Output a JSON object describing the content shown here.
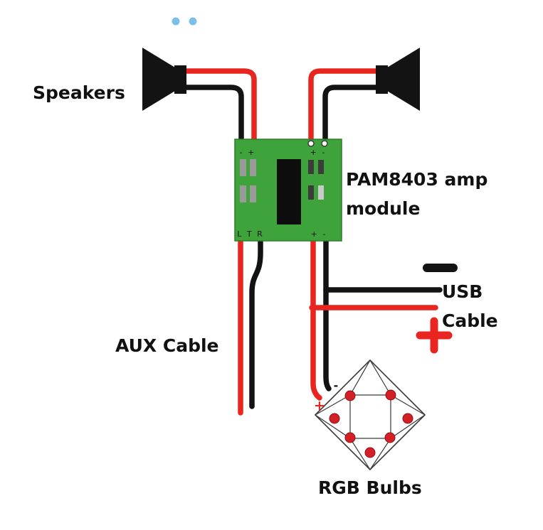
{
  "page": {
    "background": "#ffffff"
  },
  "colors": {
    "page_bg": "#ffffff",
    "wire_red": "#e8261f",
    "wire_black": "#131313",
    "module_green": "#3fa33c",
    "module_green_dark": "#2e7d2b",
    "chip_black": "#0d0d0d",
    "pad_gray": "#9a9a9a",
    "pad_dark": "#3c3c3c",
    "pad_light": "#c9c9c9",
    "bulb_red": "#d31f26",
    "diamond_stroke": "#3a3a3a",
    "dot_blue": "#7cc0ea",
    "text_black": "#111111"
  },
  "labels": {
    "speakers": "Speakers",
    "module_line1": "PAM8403 amp",
    "module_line2": "module",
    "aux": "AUX Cable",
    "usb_line1": "USB",
    "usb_line2": "Cable",
    "rgb": "RGB Bulbs"
  },
  "module_pins": {
    "top_left": "- +",
    "top_right": "+ -",
    "bottom_left": "L T R",
    "bottom_right": "+ -"
  },
  "rgb_connector": {
    "minus": "-",
    "plus": "+"
  },
  "icons": {
    "speaker_left": "speaker-icon",
    "speaker_right": "speaker-icon",
    "usb_minus": "minus-symbol",
    "usb_plus": "plus-symbol",
    "status_dots": "blue-dots"
  }
}
